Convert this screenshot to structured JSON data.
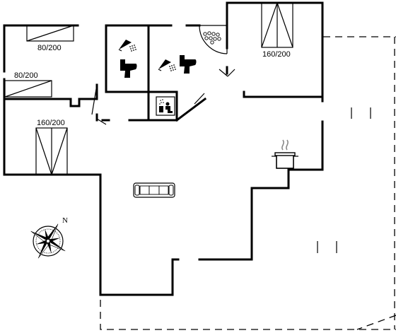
{
  "beds": {
    "bed_top_left": "80/200",
    "bed_mid_left": "80/200",
    "bed_bottom_left": "160/200",
    "bed_top_right": "160/200"
  },
  "compass": {
    "north_label": "N"
  },
  "icons": [
    "shower-icon",
    "toilet-icon",
    "hot-tub-icon",
    "sauna-icon",
    "kitchen-pot-icon",
    "sofa-icon",
    "compass-rose-icon"
  ],
  "colors": {
    "wall": "#000000",
    "background": "#ffffff"
  }
}
